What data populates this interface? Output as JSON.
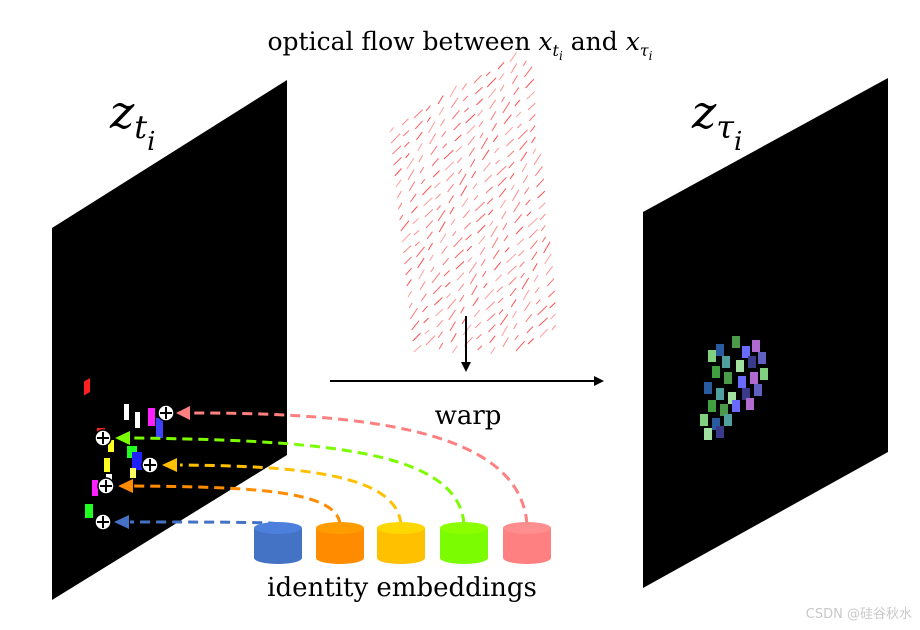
{
  "title": {
    "prefix": "optical flow between ",
    "x1": "x",
    "sub1": "t",
    "subsub1": "i",
    "and": " and ",
    "x2": "x",
    "sub2": "τ",
    "subsub2": "i"
  },
  "left_panel": {
    "label": "z",
    "sub": "t",
    "subsub": "i"
  },
  "right_panel": {
    "label": "z",
    "sub": "τ",
    "subsub": "i"
  },
  "warp_label": "warp",
  "embeddings_label": "identity embeddings",
  "watermark": "CSDN @硅谷秋水",
  "embedding_colors": [
    "#4472c4",
    "#ff8c00",
    "#ffc000",
    "#7cfc00",
    "#ff8080"
  ],
  "flow_color": "#ff3030"
}
